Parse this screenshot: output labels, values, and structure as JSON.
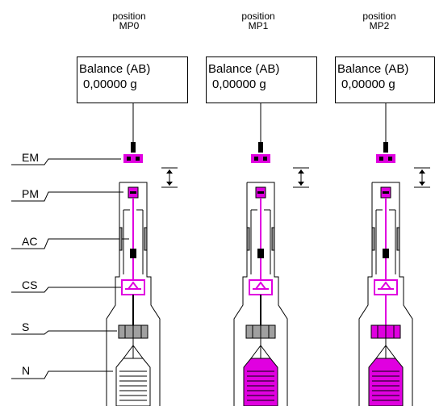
{
  "columns": [
    {
      "position_label_1": "position",
      "position_label_2": "MP0",
      "balance_title": "Balance (AB)",
      "balance_value": "0,00000 g"
    },
    {
      "position_label_1": "position",
      "position_label_2": "MP1",
      "balance_title": "Balance (AB)",
      "balance_value": "0,00000 g"
    },
    {
      "position_label_1": "position",
      "position_label_2": "MP2",
      "balance_title": "Balance (AB)",
      "balance_value": "0,00000 g"
    }
  ],
  "row_labels": [
    "EM",
    "PM",
    "AC",
    "CS",
    "S",
    "N"
  ],
  "colors": {
    "highlight": "#e000e0",
    "outline": "#000000",
    "gray_part": "#a0a0a0",
    "background": "#ffffff"
  },
  "highlight_state": [
    {
      "em": true,
      "pm": true,
      "cs": true,
      "s": false,
      "n": false
    },
    {
      "em": true,
      "pm": true,
      "cs": true,
      "s": false,
      "n": true
    },
    {
      "em": true,
      "pm": true,
      "cs": true,
      "s": true,
      "n": true
    }
  ]
}
